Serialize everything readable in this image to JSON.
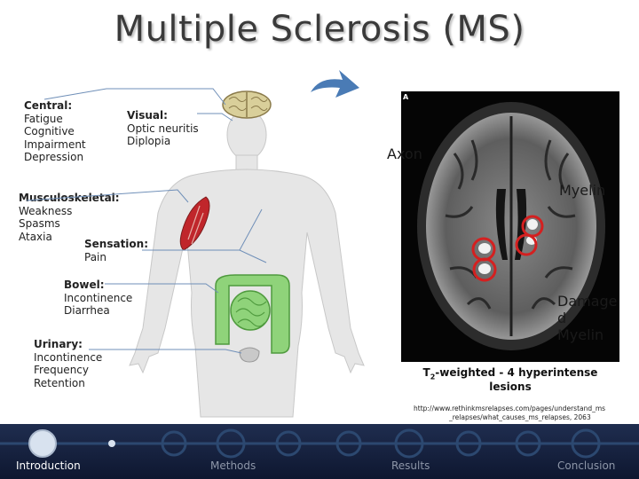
{
  "slide": {
    "title": "Multiple Sclerosis (MS)"
  },
  "symptoms": {
    "central": {
      "heading": "Central:",
      "items": [
        "Fatigue",
        "Cognitive",
        "Impairment",
        "Depression"
      ]
    },
    "visual": {
      "heading": "Visual:",
      "items": [
        "Optic neuritis",
        "Diplopia"
      ]
    },
    "musculoskeletal": {
      "heading": "Musculoskeletal:",
      "items": [
        "Weakness",
        "Spasms",
        "Ataxia"
      ]
    },
    "sensation": {
      "heading": "Sensation:",
      "items": [
        "Pain"
      ]
    },
    "bowel": {
      "heading": "Bowel:",
      "items": [
        "Incontinence",
        "Diarrhea"
      ]
    },
    "urinary": {
      "heading": "Urinary:",
      "items": [
        "Incontinence",
        "Frequency",
        "Retention"
      ]
    }
  },
  "mri": {
    "panel_letter": "A",
    "axon_label": "Axon",
    "myelin_label": "Myelin",
    "damage_label_line1": "Damage",
    "damage_label_line2": "d",
    "damage_label_line3": "Myelin",
    "caption_pre": "T",
    "caption_sub": "2",
    "caption_post": "-weighted - 4 hyperintense lesions",
    "source_line1": "http://www.rethinkmsrelapses.com/pages/understand_ms",
    "source_line2": "_relapses/what_causes_ms_relapses, 2063"
  },
  "colors": {
    "arrow": "#4a7bb5",
    "lesion_circle": "#d42020",
    "intestine": "#8fd37a",
    "muscle": "#c0262b",
    "nav_background": "#16213d",
    "nav_dot": "#2c4870"
  },
  "nav": {
    "items": [
      {
        "label": "Introduction",
        "active": true
      },
      {
        "label": "Methods",
        "active": false
      },
      {
        "label": "Results",
        "active": false
      },
      {
        "label": "Conclusion",
        "active": false
      }
    ]
  }
}
